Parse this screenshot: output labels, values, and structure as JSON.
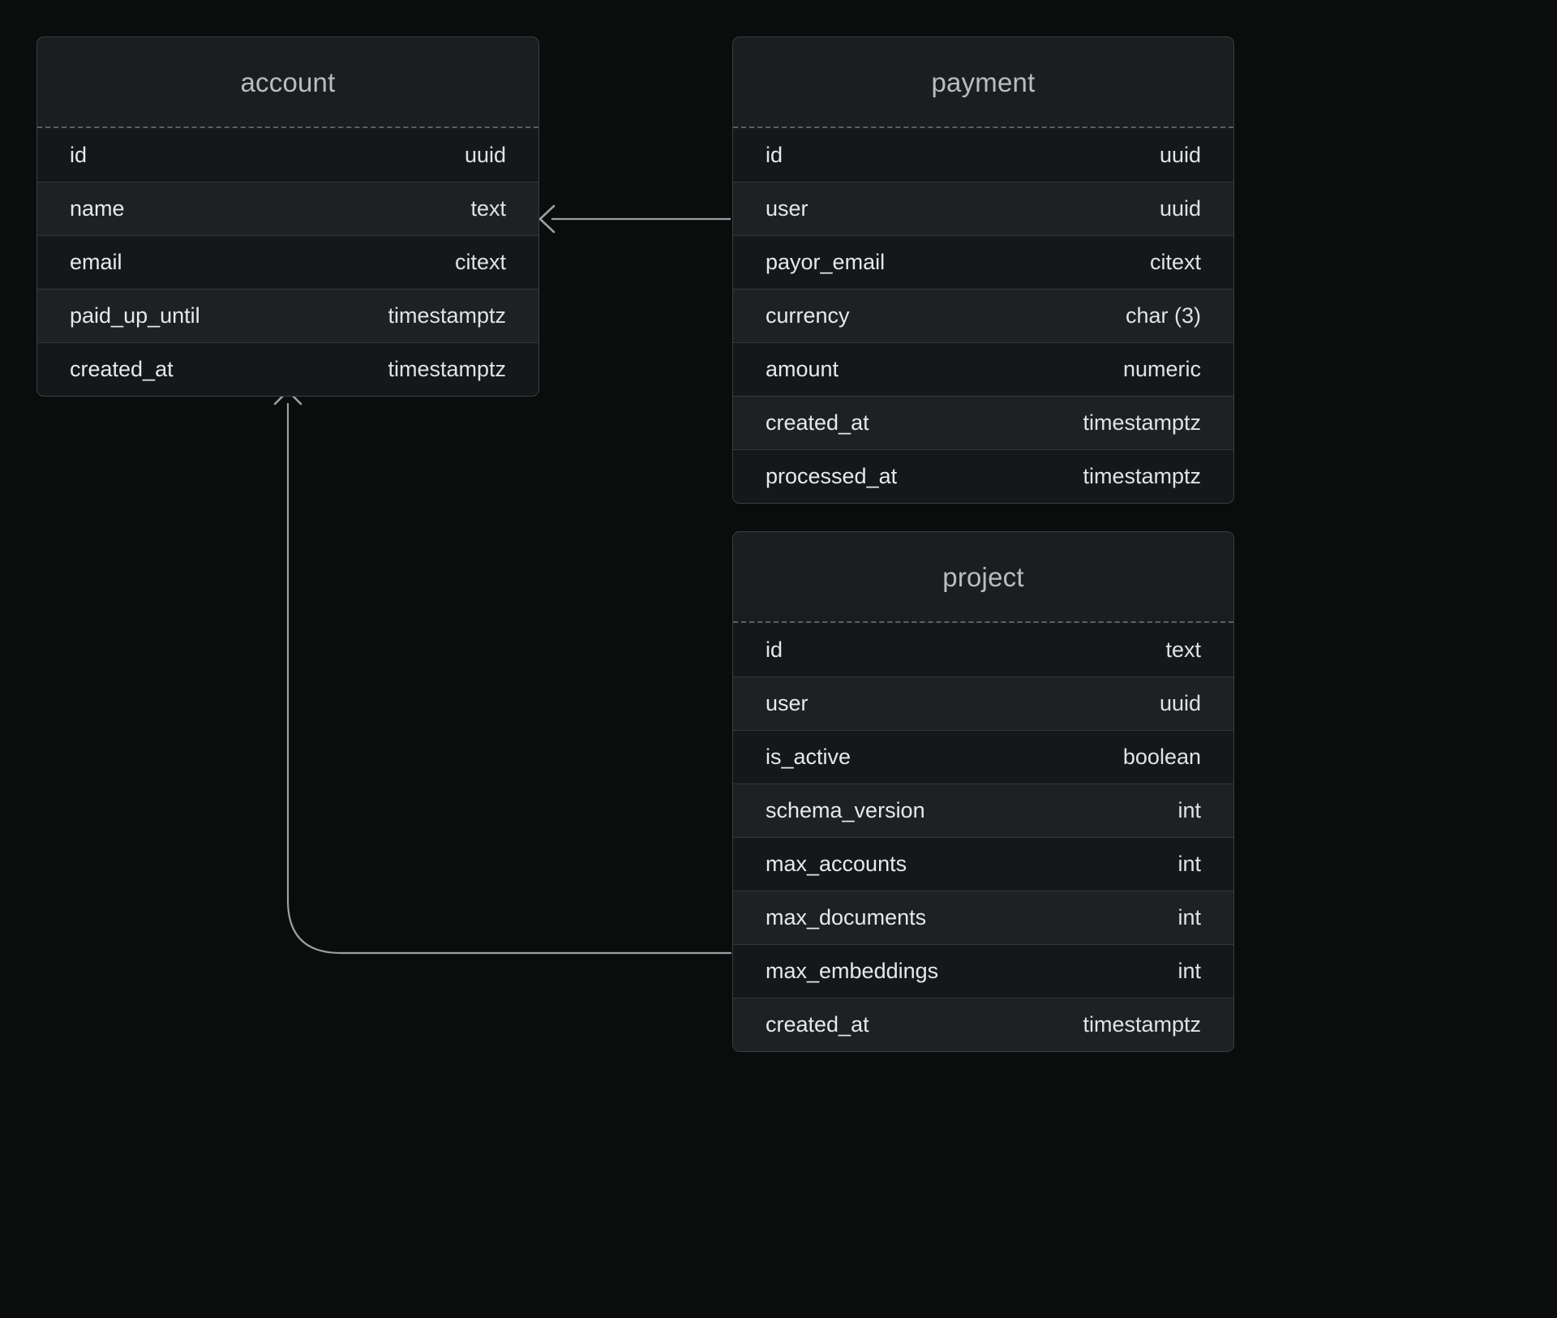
{
  "diagram": {
    "kind": "entity-relationship-diagram",
    "background_color": "#0b0d0d",
    "card_background": "#1b1e20",
    "row_background": "#15181a",
    "row_background_alt": "#1d2123",
    "border_color": "#3a3f42",
    "title_color": "#b9bdbf",
    "text_color": "#e6e9ea",
    "edge_color": "#9aa0a3"
  },
  "tables": [
    {
      "id": "account",
      "title": "account",
      "fields": [
        {
          "name": "id",
          "type": "uuid"
        },
        {
          "name": "name",
          "type": "text"
        },
        {
          "name": "email",
          "type": "citext"
        },
        {
          "name": "paid_up_until",
          "type": "timestamptz"
        },
        {
          "name": "created_at",
          "type": "timestamptz"
        }
      ]
    },
    {
      "id": "payment",
      "title": "payment",
      "fields": [
        {
          "name": "id",
          "type": "uuid"
        },
        {
          "name": "user",
          "type": "uuid"
        },
        {
          "name": "payor_email",
          "type": "citext"
        },
        {
          "name": "currency",
          "type": "char (3)"
        },
        {
          "name": "amount",
          "type": "numeric"
        },
        {
          "name": "created_at",
          "type": "timestamptz"
        },
        {
          "name": "processed_at",
          "type": "timestamptz"
        }
      ]
    },
    {
      "id": "project",
      "title": "project",
      "fields": [
        {
          "name": "id",
          "type": "text"
        },
        {
          "name": "user",
          "type": "uuid"
        },
        {
          "name": "is_active",
          "type": "boolean"
        },
        {
          "name": "schema_version",
          "type": "int"
        },
        {
          "name": "max_accounts",
          "type": "int"
        },
        {
          "name": "max_documents",
          "type": "int"
        },
        {
          "name": "max_embeddings",
          "type": "int"
        },
        {
          "name": "created_at",
          "type": "timestamptz"
        }
      ]
    }
  ],
  "relationships": [
    {
      "id": "payment-user-to-account",
      "from_table": "payment",
      "from_field": "user",
      "to_table": "account",
      "to_field": "name",
      "style": "straight-arrow-left"
    },
    {
      "id": "project-user-to-account",
      "from_table": "project",
      "from_field": "schema_version",
      "to_table": "account",
      "to_field": "created_at",
      "style": "elbow-arrow-up"
    }
  ]
}
